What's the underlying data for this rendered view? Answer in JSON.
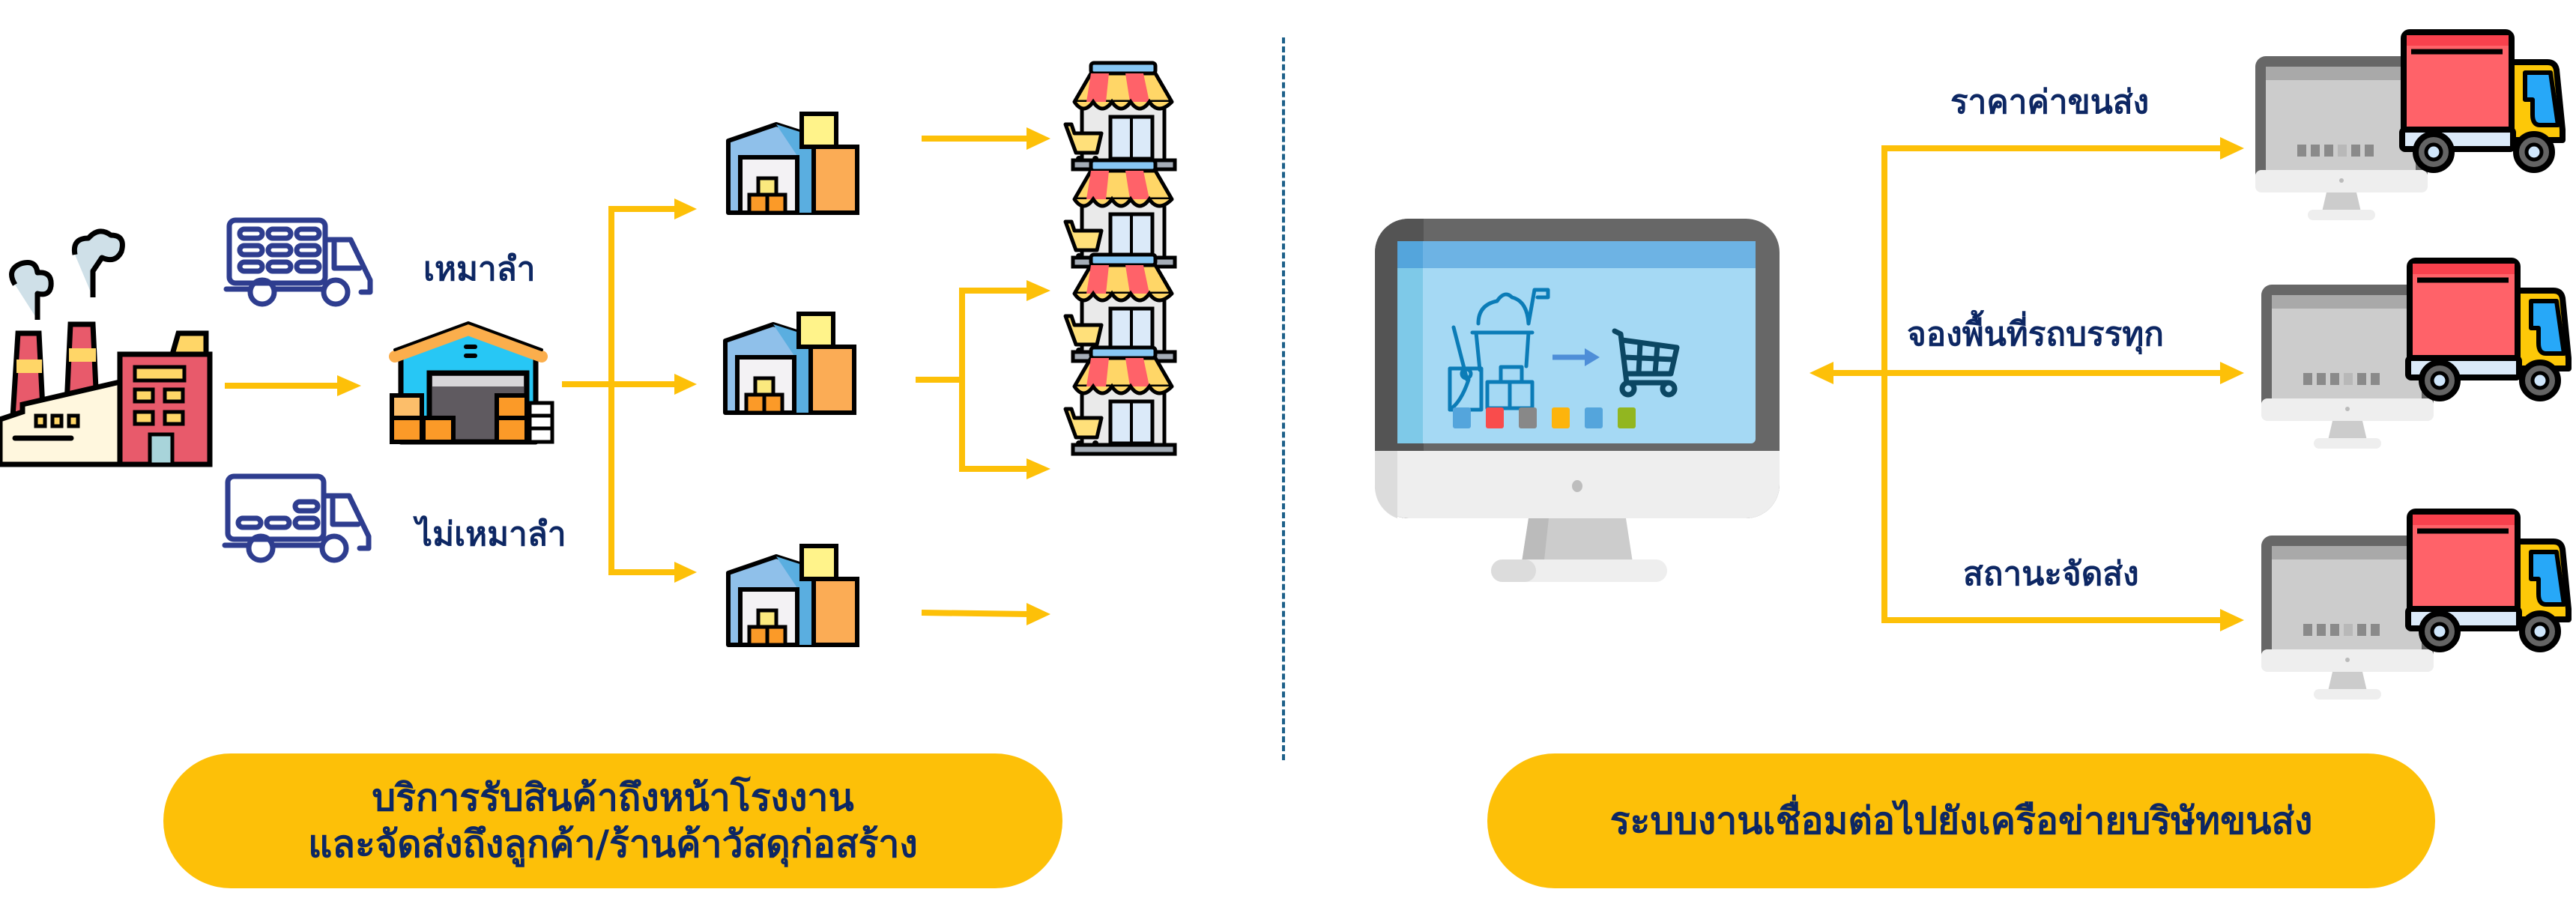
{
  "left_panel": {
    "truck_labels": {
      "full_load": "เหมาลำ",
      "partial_load": "ไม่เหมาลำ"
    },
    "nodes": {
      "origin": "factory-icon",
      "hub": "distribution-warehouse-icon",
      "warehouses": [
        "warehouse-icon",
        "warehouse-icon",
        "warehouse-icon"
      ],
      "stores": [
        "store-icon",
        "store-icon",
        "store-icon",
        "store-icon"
      ]
    },
    "caption": {
      "line1": "บริการรับสินค้าถึงหน้าโรงงาน",
      "line2": "และจัดส่งถึงลูกค้า/ร้านค้าวัสดุก่อสร้าง"
    }
  },
  "right_panel": {
    "center_node": "construction-shop-monitor-icon",
    "screen_swatches": [
      "#54a5dc",
      "#f94c4c",
      "#888888",
      "#fdb40c",
      "#54a5dc",
      "#92b620"
    ],
    "branches": [
      {
        "label": "ราคาค่าขนส่ง",
        "icon": "monitor-truck-icon"
      },
      {
        "label": "จองพื้นที่รถบรรทุก",
        "icon": "monitor-truck-icon"
      },
      {
        "label": "สถานะจัดส่ง",
        "icon": "monitor-truck-icon"
      }
    ],
    "caption": {
      "line1": "ระบบงานเชื่อมต่อไปยังเครือข่ายบริษัทขนส่ง"
    }
  },
  "colors": {
    "arrow": "#fdc008",
    "text": "#0d2763",
    "pill": "#fdc008",
    "divider": "#1d6089",
    "truck_outline": "#2e3d8f"
  }
}
